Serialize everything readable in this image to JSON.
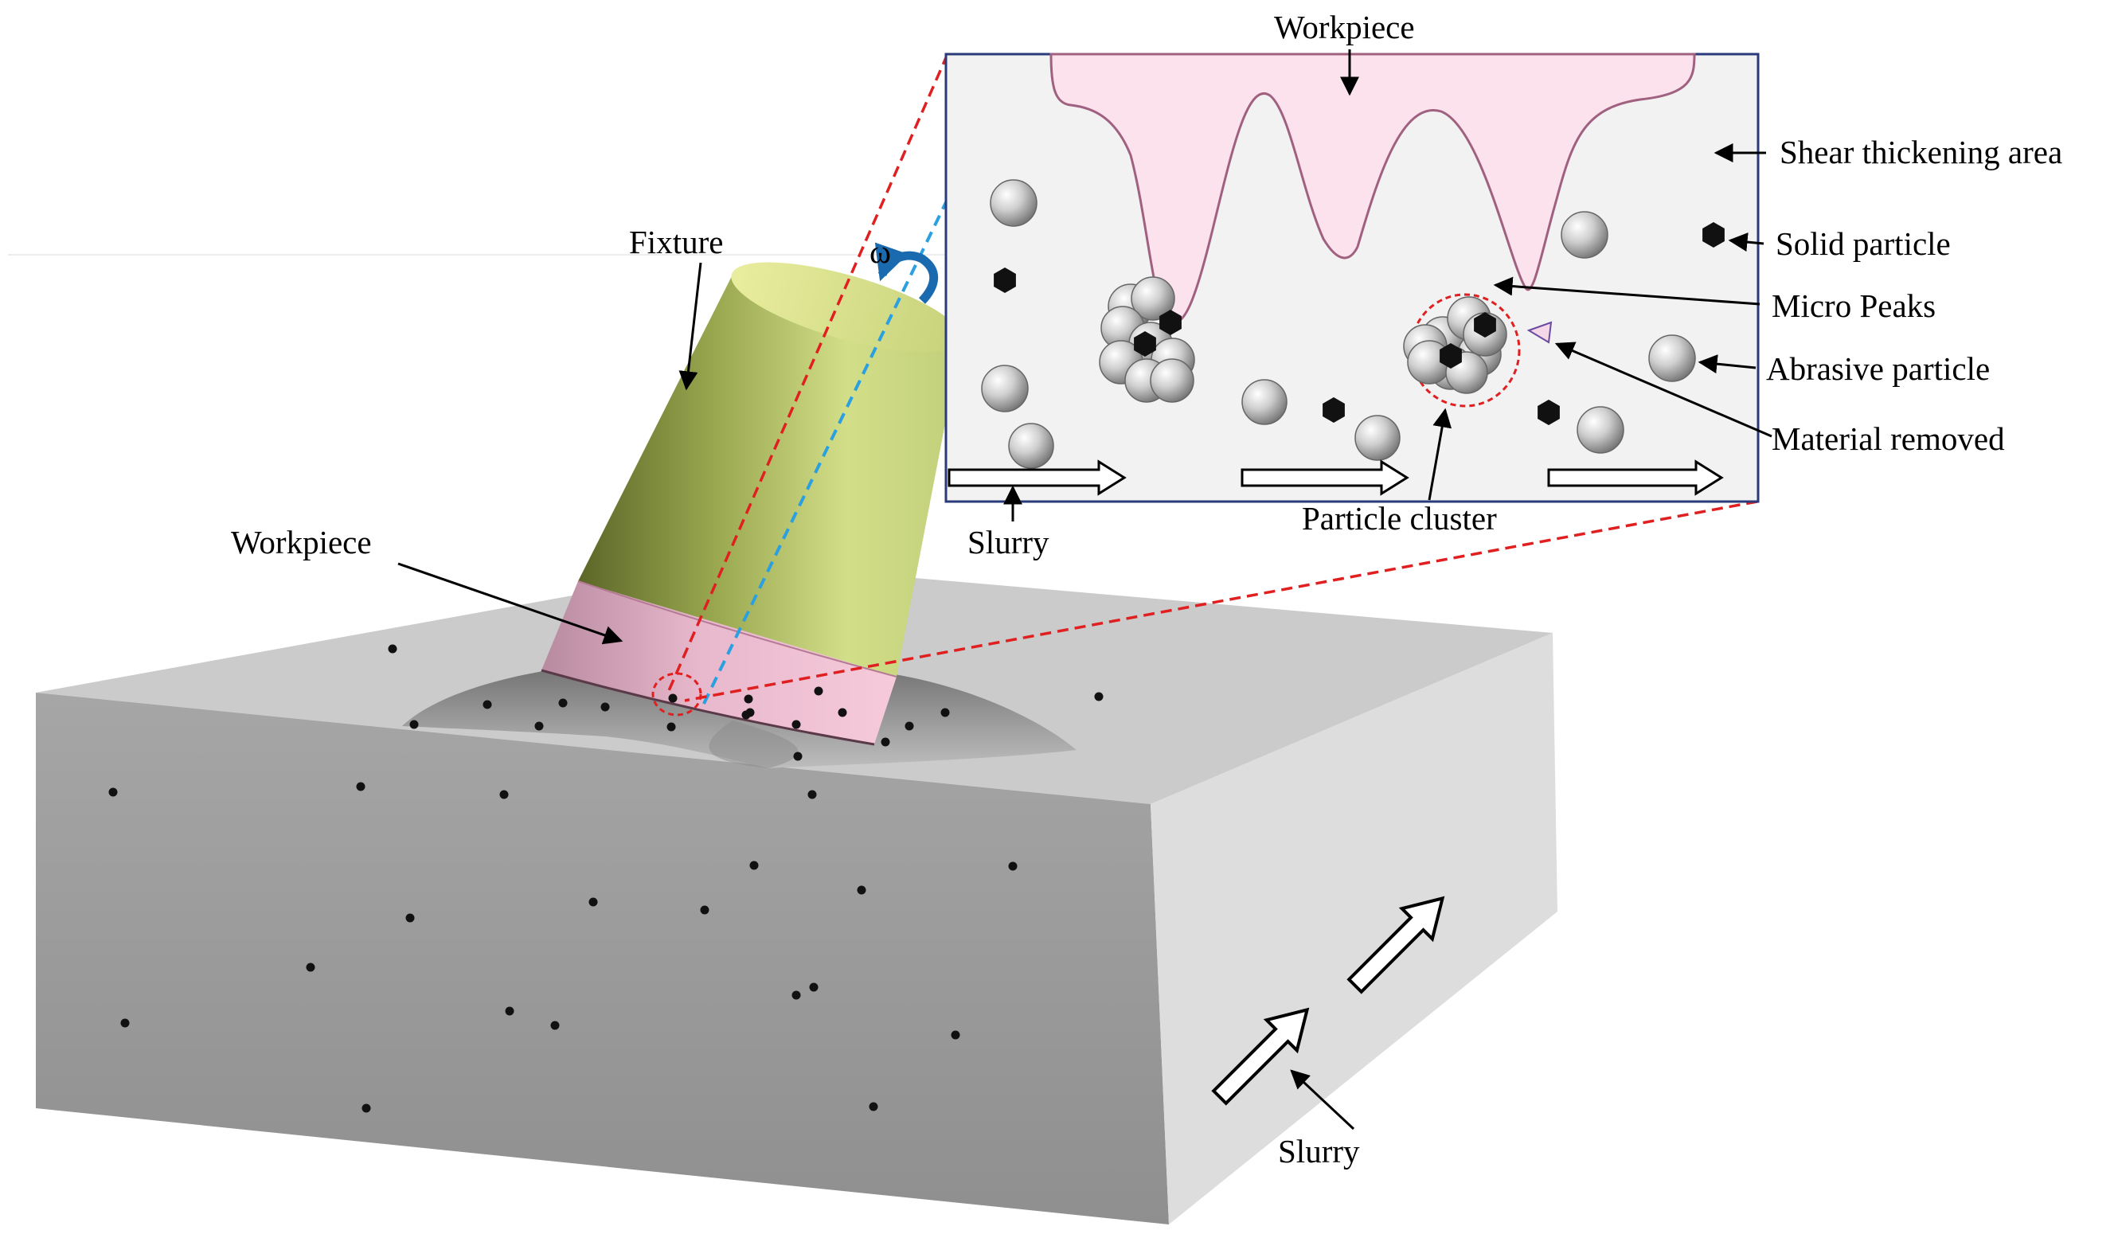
{
  "labels": {
    "fixture": "Fixture",
    "omega": "ω",
    "workpiece_main": "Workpiece",
    "slurry_main": "Slurry",
    "workpiece_inset": "Workpiece",
    "shear_area": "Shear thickening area",
    "solid_particle": "Solid particle",
    "micro_peaks": "Micro Peaks",
    "abrasive_particle": "Abrasive particle",
    "material_removed": "Material removed",
    "particle_cluster": "Particle cluster",
    "slurry_inset": "Slurry"
  },
  "colors": {
    "fixture": "#c9d782",
    "workpiece": "#f6c9dc",
    "inset_workpiece": "#fbe2ec",
    "tank_front": "#9e9e9e",
    "tank_side": "#dddddd",
    "tank_top": "#cbcbcb",
    "inset_background": "#f2f2f2",
    "inset_border": "#2a3a7a",
    "zoom_lines": "#e02020",
    "rotation_axis": "#2aa0e0",
    "rotation_arrow": "#1a6ab0",
    "solid_particle": "#111111"
  },
  "icons": {
    "rotation": "curved-rotation-arrow-icon",
    "flow": "hollow-flow-arrow-icon",
    "abrasive": "gray-sphere-icon",
    "solid": "black-hexagon-icon"
  }
}
